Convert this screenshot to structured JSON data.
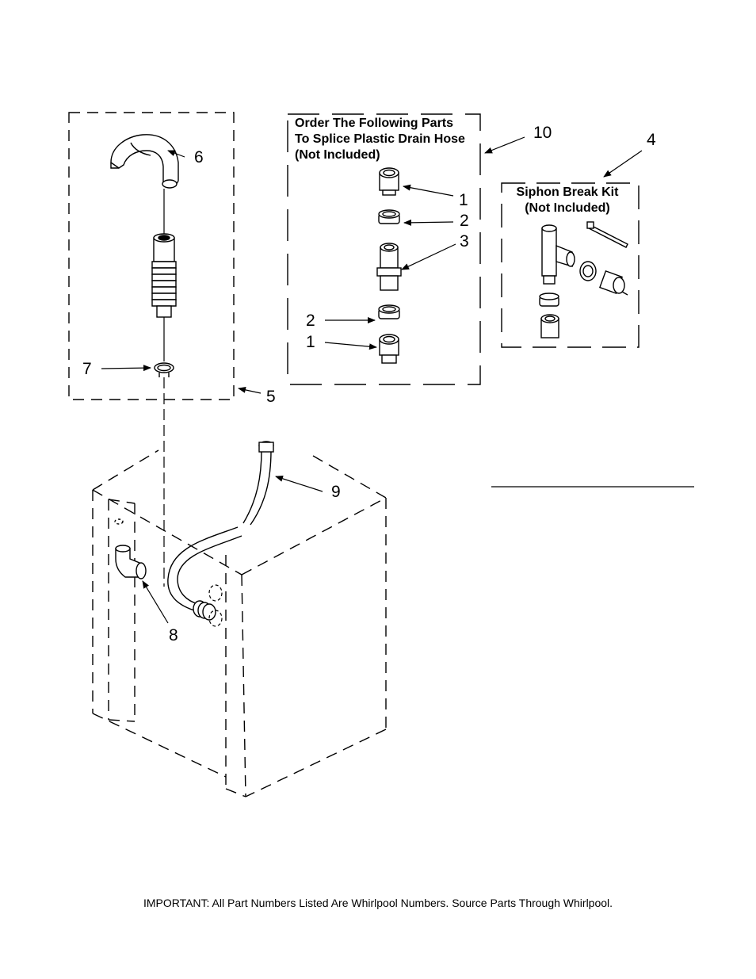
{
  "splice_box": {
    "title_line1": "Order The Following Parts",
    "title_line2": "To Splice Plastic Drain Hose",
    "title_line3": "(Not Included)"
  },
  "siphon_box": {
    "title_line1": "Siphon Break Kit",
    "title_line2": "(Not Included)"
  },
  "callouts": {
    "c10": "10",
    "c4": "4",
    "c6": "6",
    "c1_top": "1",
    "c2_top": "2",
    "c3": "3",
    "c2_bottom": "2",
    "c1_bottom": "1",
    "c7": "7",
    "c5": "5",
    "c9": "9",
    "c8": "8"
  },
  "footer": {
    "text": "IMPORTANT: All Part Numbers Listed Are Whirlpool Numbers. Source Parts Through Whirlpool."
  }
}
